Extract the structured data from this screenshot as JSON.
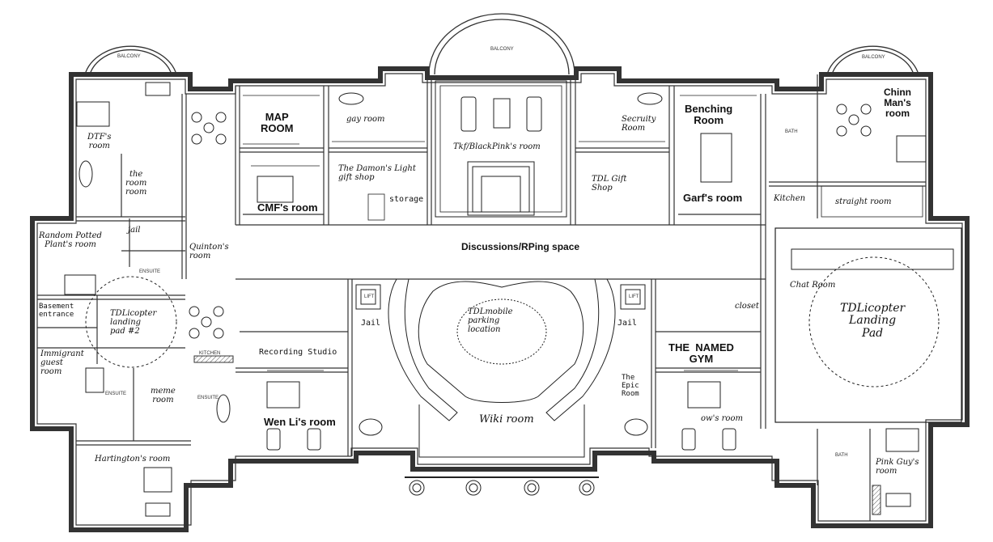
{
  "balconies": {
    "left": "BALCONY",
    "center": "BALCONY",
    "right": "BALCONY"
  },
  "rooms": {
    "dtf": "DTF's\nroom",
    "the_room": "the\nroom\nroom",
    "jail_left": "jail",
    "random_potted": "Random Potted\nPlant's room",
    "quinton": "Quinton's\nroom",
    "ensuite_1": "ENSUITE",
    "basement": "Basement\nentrance",
    "tdlicopter_pad2": "TDLicopter\nlanding\npad #2",
    "immigrant": "Immigrant\nguest\nroom",
    "ensuite_2": "ENSUITE",
    "meme": "meme\nroom",
    "ensuite_3": "ENSUITE",
    "hartington": "Hartington's room",
    "map_room": "MAP\nROOM",
    "cmf": "CMF's room",
    "gay_room": "gay room",
    "damons_light": "The Damon's Light\ngift shop",
    "storage": "storage",
    "tkf": "Tkf/BlackPink's room",
    "security": "Secruity\nRoom",
    "tdl_gift": "TDL Gift\nShop",
    "benching": "Benching\nRoom",
    "garf": "Garf's room",
    "chinn": "Chinn\nMan's\nroom",
    "bath_right": "BATH",
    "kitchen": "Kitchen",
    "straight": "straight room",
    "discussions": "Discussions/RPing space",
    "chat_room": "Chat Room",
    "tdlicopter_pad": "TDLicopter\nLanding\nPad",
    "closet": "closet",
    "tdlmobile": "TDLmobile\nparking\nlocation",
    "jail_center_left": "Jail",
    "jail_center_right": "Jail",
    "recording": "Recording Studio",
    "named_gym": "THE  NAMED\nGYM",
    "epic": "The\nEpic\nRoom",
    "wen_li": "Wen Li's room",
    "wiki": "Wiki room",
    "ow": "ow's room",
    "pink_guy": "Pink Guy's\nroom",
    "bath_pink": "BATH",
    "lift_left": "LIFT",
    "lift_right": "LIFT",
    "kitchen_small": "KITCHEN"
  }
}
